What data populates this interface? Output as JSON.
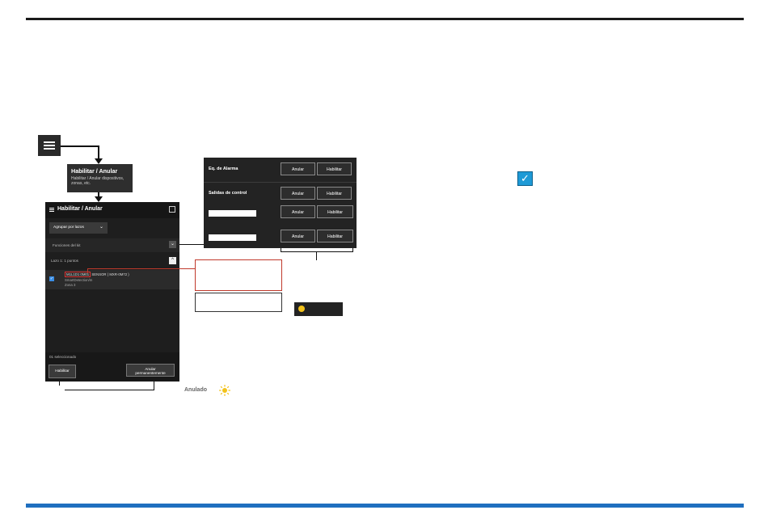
{
  "tooltip": {
    "title": "Habilitar / Anular",
    "description": "Habilitar / Anular dispositivos, zonas, etc."
  },
  "phone": {
    "header_title": "Habilitar / Anular",
    "group_by": "Agrupar por lazos",
    "functions_label": "Funciones del kit",
    "laso_label": "Lazo 1: 1 puntos",
    "device": {
      "address": "M1L1D1 0M01",
      "line1_rest": "SENSOR ( MXR-0M72 )",
      "line2": "SmartDetection/m",
      "line3": "Zona 3"
    },
    "selected_count": "01 seleccionado",
    "enable_button": "Habilitar",
    "bypass_button_line1": "Anular",
    "bypass_button_line2": "permanentemente"
  },
  "panel": {
    "row1_label": "Eq. de Alarma",
    "row2_label": "Salidas de control",
    "anular": "Anular",
    "habilitar": "Habilitar"
  },
  "status_label": "Anulado",
  "icons": {
    "menu": "hamburger-icon",
    "home": "home-icon",
    "check": "check-icon",
    "sun": "sun-icon"
  },
  "colors": {
    "accent_blue": "#1f6fbf",
    "check_blue": "#1e9ad6",
    "status_yellow": "#f2c21b",
    "highlight_red": "#c0392b"
  }
}
